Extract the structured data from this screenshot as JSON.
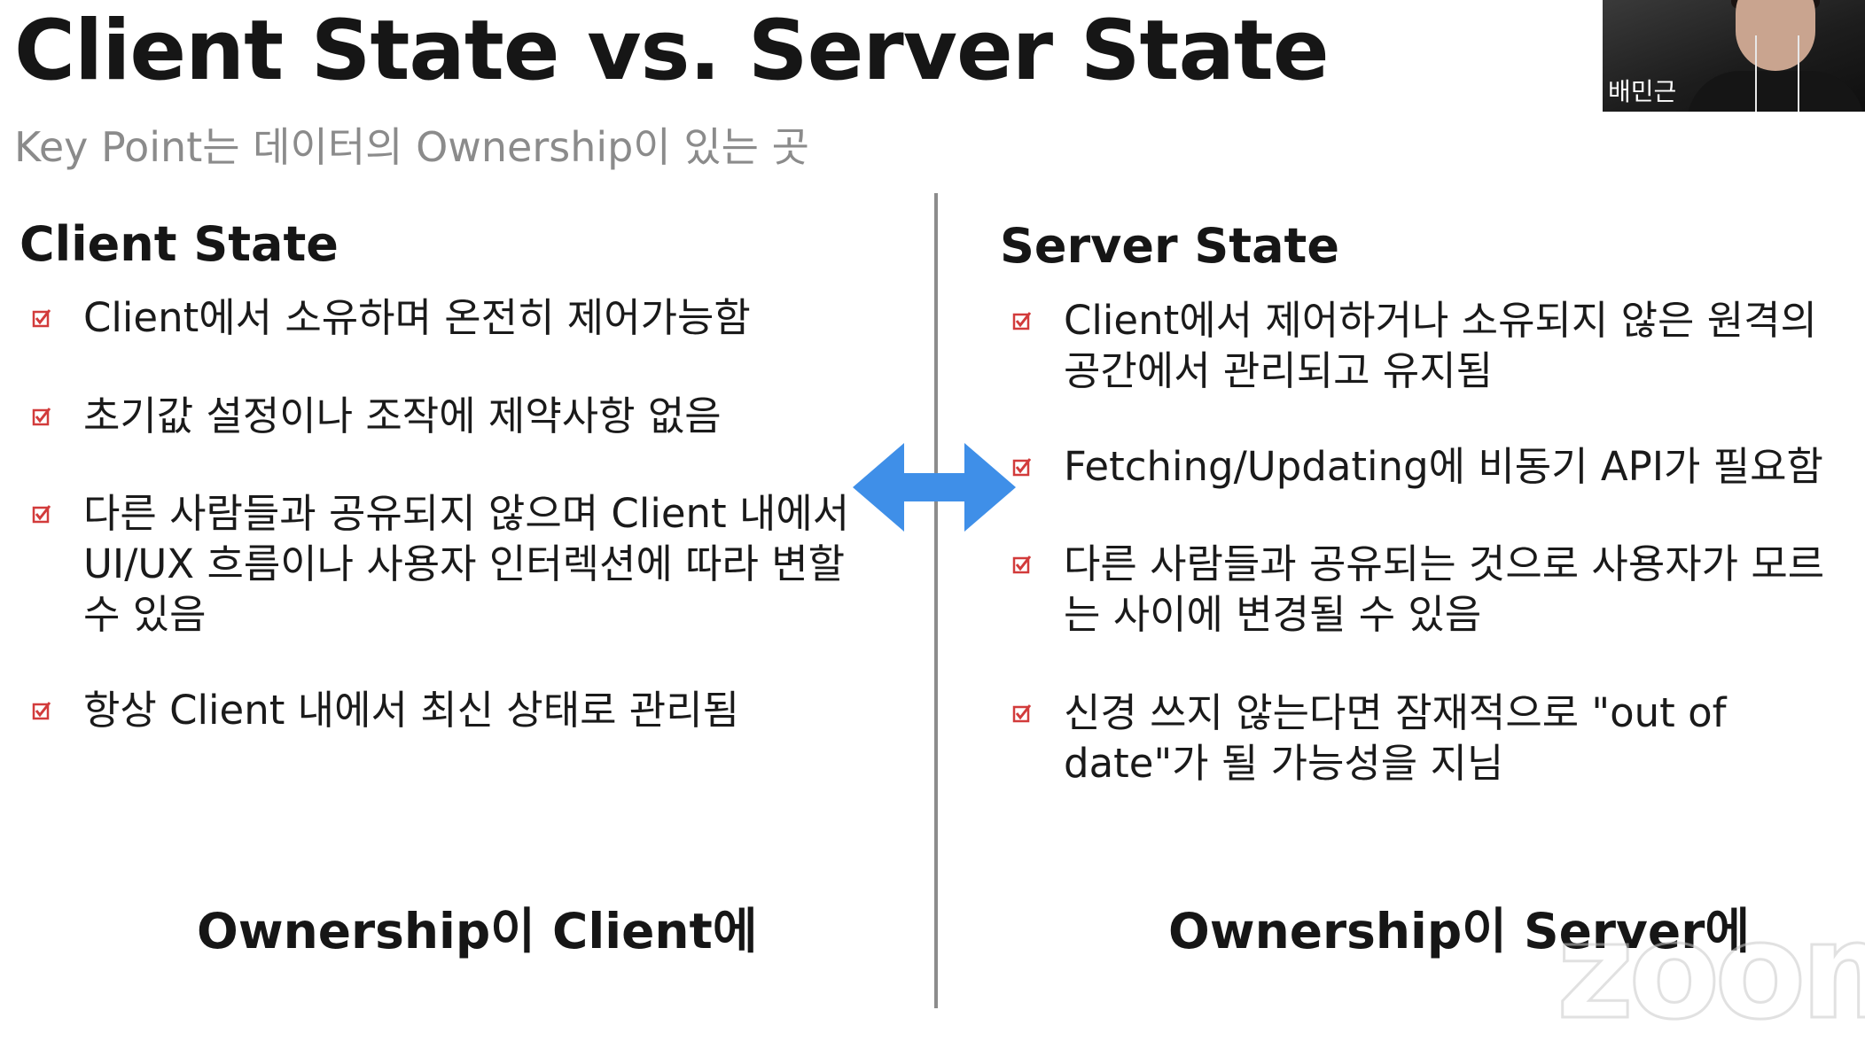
{
  "slide": {
    "title": "Client State vs. Server State",
    "subtitle": "Key Point는 데이터의 Ownership이 있는 곳"
  },
  "client": {
    "heading": "Client State",
    "bullets": [
      "Client에서 소유하며 온전히 제어가능함",
      "초기값 설정이나 조작에 제약사항 없음",
      "다른 사람들과 공유되지 않으며 Client 내에서 UI/UX 흐름이나 사용자 인터렉션에 따라 변할 수 있음",
      "항상 Client 내에서 최신 상태로 관리됨"
    ],
    "footer": "Ownership이 Client에"
  },
  "server": {
    "heading": "Server State",
    "bullets": [
      "Client에서 제어하거나 소유되지 않은 원격의 공간에서 관리되고 유지됨",
      "Fetching/Updating에 비동기 API가 필요함",
      "다른 사람들과 공유되는 것으로 사용자가 모르는 사이에 변경될 수 있음",
      "신경 쓰지 않는다면 잠재적으로 \"out of date\"가 될 가능성을 지님"
    ],
    "footer": "Ownership이 Server에"
  },
  "webcam": {
    "participant_name": "배민근"
  },
  "watermark": "zoom",
  "icons": {
    "bullet": "checkbox-checked-icon",
    "center": "double-arrow-icon"
  },
  "colors": {
    "arrow": "#3f8fe8",
    "checkbox": "#d23b3b",
    "subtitle": "#8b8b8b",
    "divider": "#8c8c8c"
  }
}
